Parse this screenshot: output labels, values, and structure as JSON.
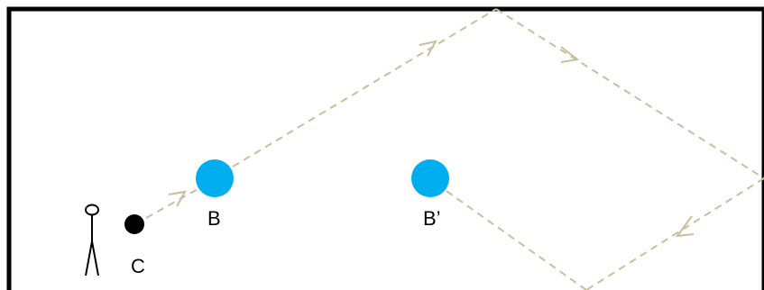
{
  "diagram": {
    "labels": {
      "cue_ball": "C",
      "target_ball": "B",
      "mirror_ball": "B’"
    },
    "colors": {
      "table_border": "#000000",
      "target_ball": "#00aeef",
      "mirror_ball": "#00aeef",
      "cue_ball": "#000000",
      "path": "#c8bf9f",
      "player": "#000000"
    },
    "elements": {
      "player_icon": "stick-figure",
      "path_style": "dashed-with-arrows"
    }
  }
}
